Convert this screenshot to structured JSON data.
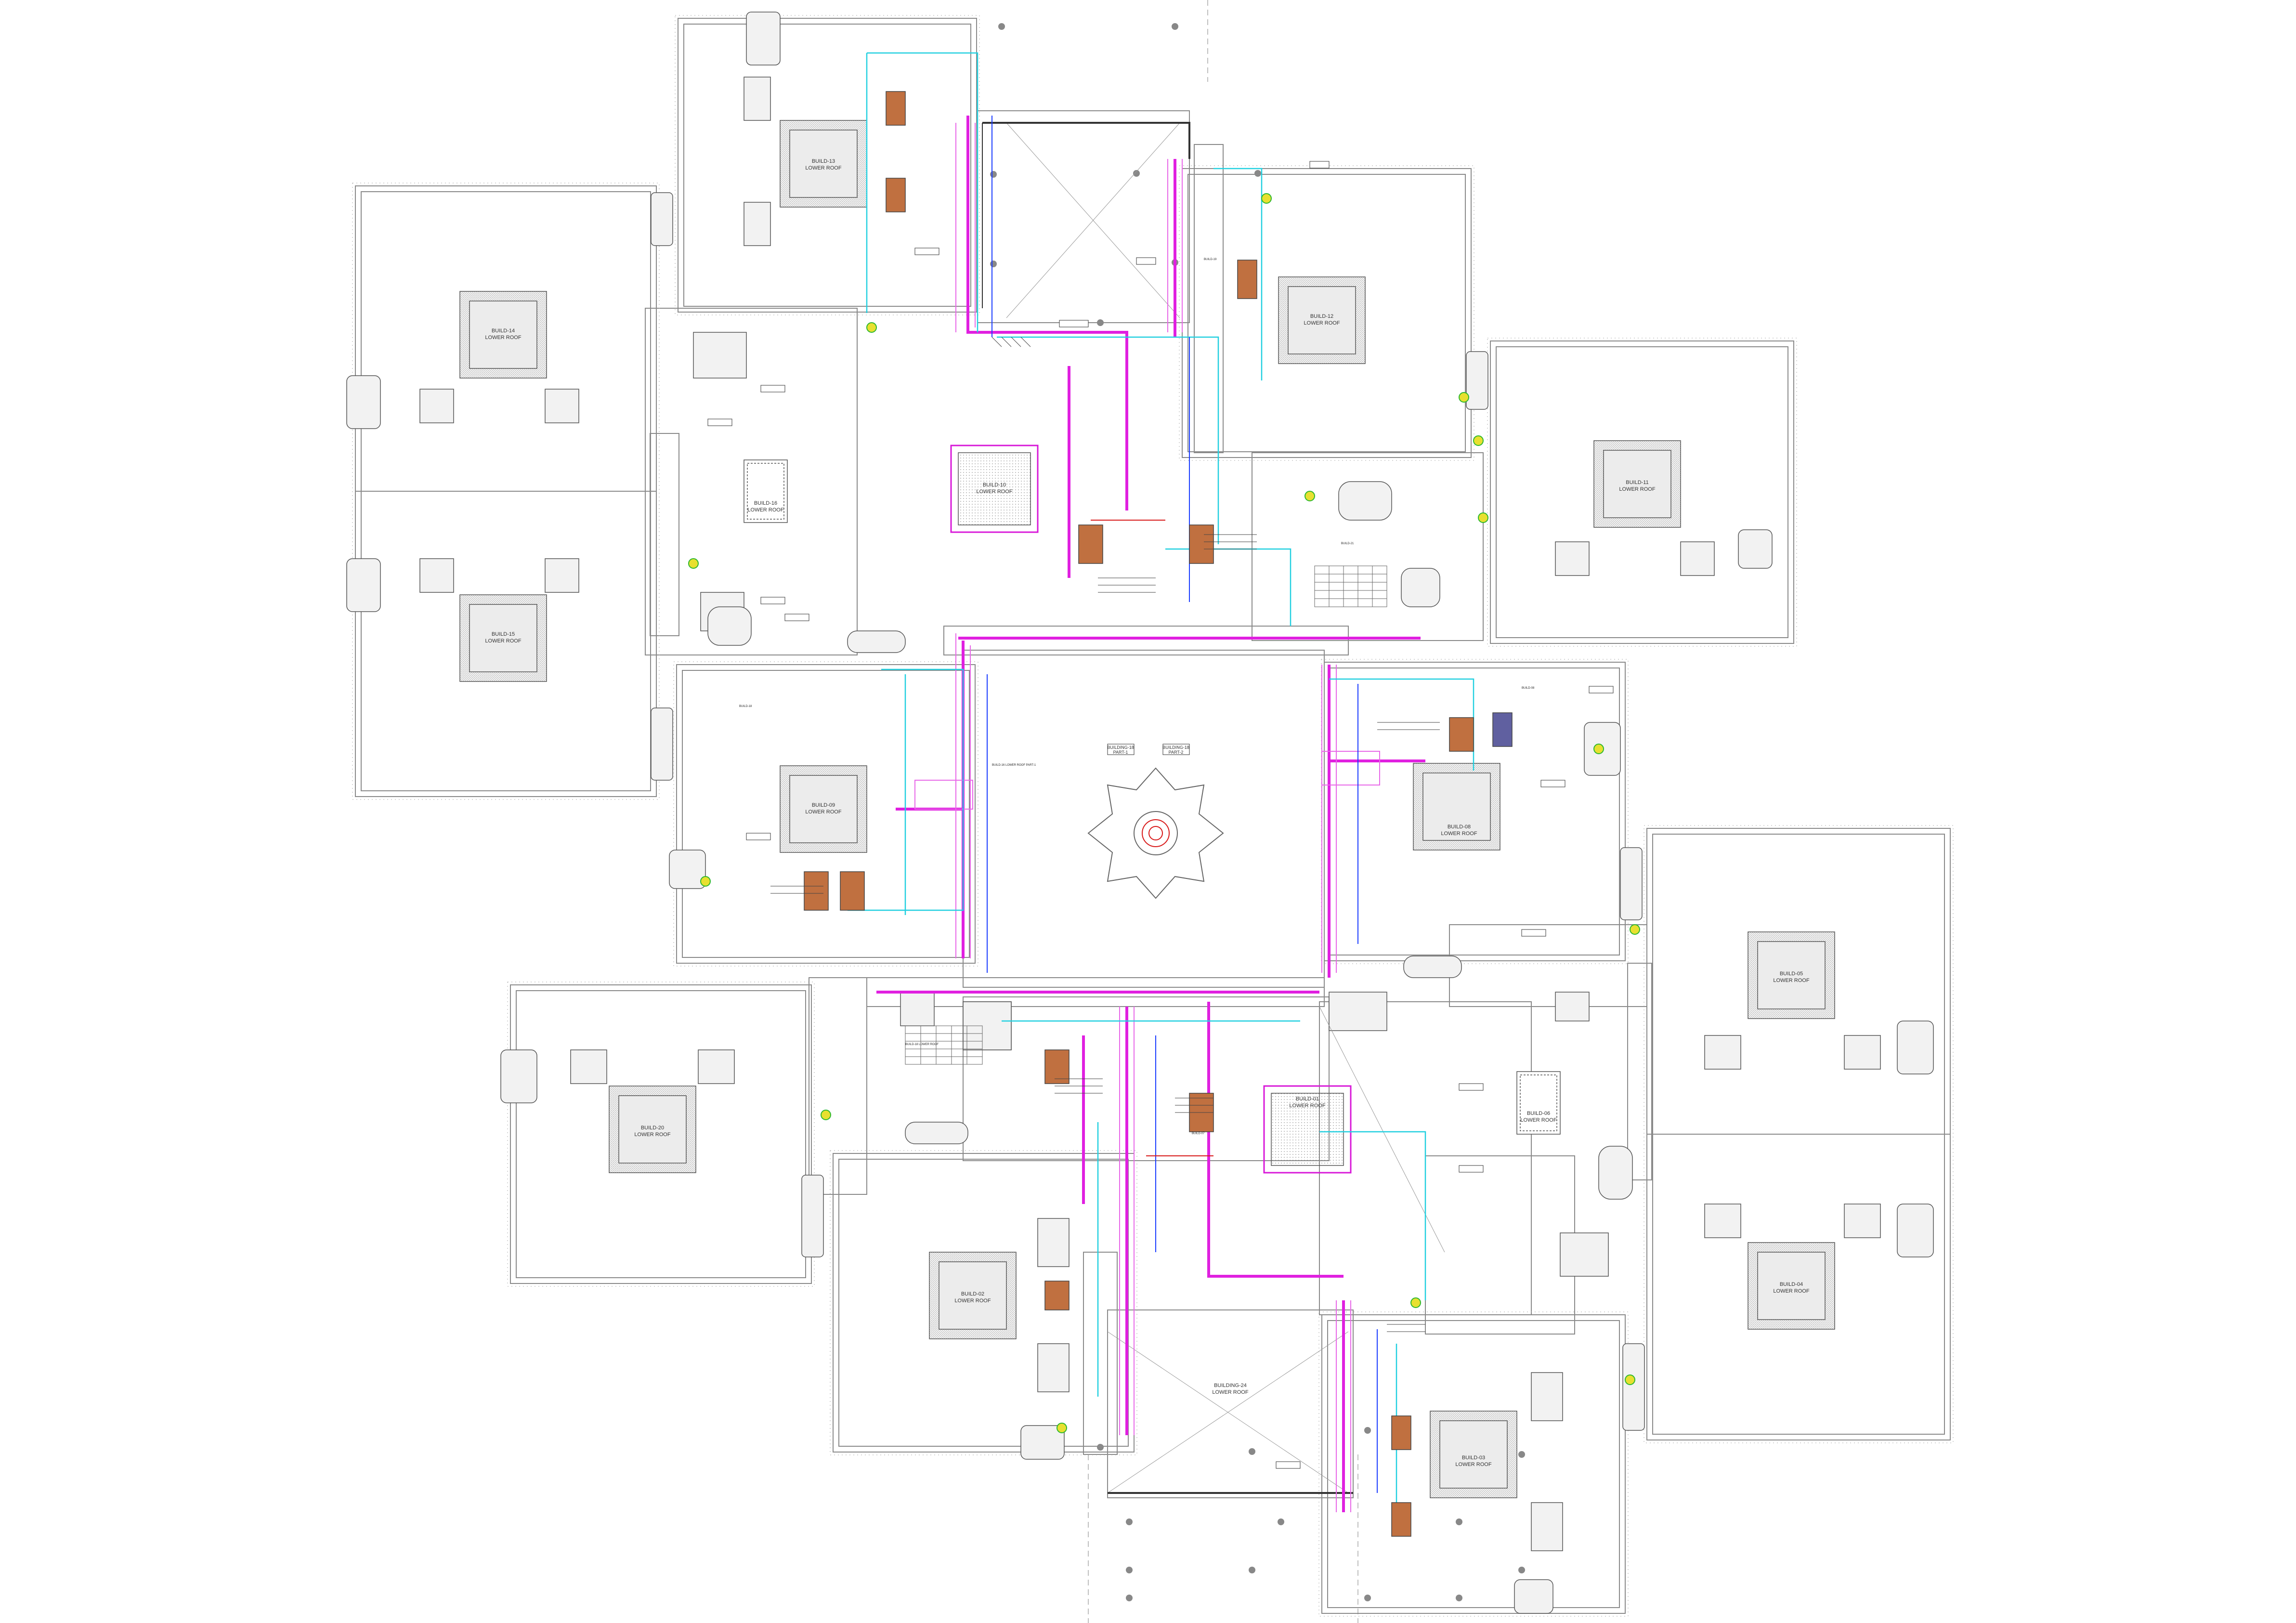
{
  "colors": {
    "background": "#ffffff",
    "wall": "#8a8a8a",
    "wall_dark": "#555555",
    "hatch": "#9a9a9a",
    "duct_magenta": "#e020e0",
    "duct_cyan": "#22d0e0",
    "pipe_blue": "#1a3cff",
    "pipe_red": "#d81818",
    "equipment_yellow": "#e8e030",
    "equipment_green": "#2eb82e",
    "rail_dark": "#333333"
  },
  "roofs": [
    {
      "label_line1": "BUILD-13",
      "label_line2": "LOWER ROOF"
    },
    {
      "label_line1": "BUILD-12",
      "label_line2": "LOWER ROOF"
    },
    {
      "label_line1": "BUILD-14",
      "label_line2": "LOWER ROOF"
    },
    {
      "label_line1": "BUILD-15",
      "label_line2": "LOWER ROOF"
    },
    {
      "label_line1": "BUILD-16",
      "label_line2": "LOWER ROOF"
    },
    {
      "label_line1": "BUILD-11",
      "label_line2": "LOWER ROOF"
    },
    {
      "label_line1": "BUILD-10",
      "label_line2": "LOWER ROOF"
    },
    {
      "label_line1": "BUILD-09",
      "label_line2": "LOWER ROOF"
    },
    {
      "label_line1": "BUILD-08",
      "label_line2": "LOWER ROOF"
    },
    {
      "label_line1": "BUILD-20",
      "label_line2": "LOWER ROOF"
    },
    {
      "label_line1": "BUILD-05",
      "label_line2": "LOWER ROOF"
    },
    {
      "label_line1": "BUILD-06",
      "label_line2": "LOWER ROOF"
    },
    {
      "label_line1": "BUILD-04",
      "label_line2": "LOWER ROOF"
    },
    {
      "label_line1": "BUILD-02",
      "label_line2": "LOWER ROOF"
    },
    {
      "label_line1": "BUILDING-24",
      "label_line2": "LOWER ROOF"
    },
    {
      "label_line1": "BUILD-03",
      "label_line2": "LOWER ROOF"
    },
    {
      "label_line1": "BUILD-01",
      "label_line2": "LOWER ROOF"
    }
  ],
  "central": {
    "label_a_line1": "BUILDING-18",
    "label_a_line2": "PART-1",
    "label_b_line1": "BUILDING-18",
    "label_b_line2": "PART-2"
  },
  "small_labels": {
    "build_18": "BUILD-18",
    "build_19": "BUILD-19",
    "build_08_top": "BUILD-08",
    "build_07": "BUILD-07",
    "build_16_lower": "BUILD-16 LOWER ROOF PART-1",
    "build_21": "BUILD-21",
    "build_18_low": "BUILD-18 LOWER ROOF"
  }
}
